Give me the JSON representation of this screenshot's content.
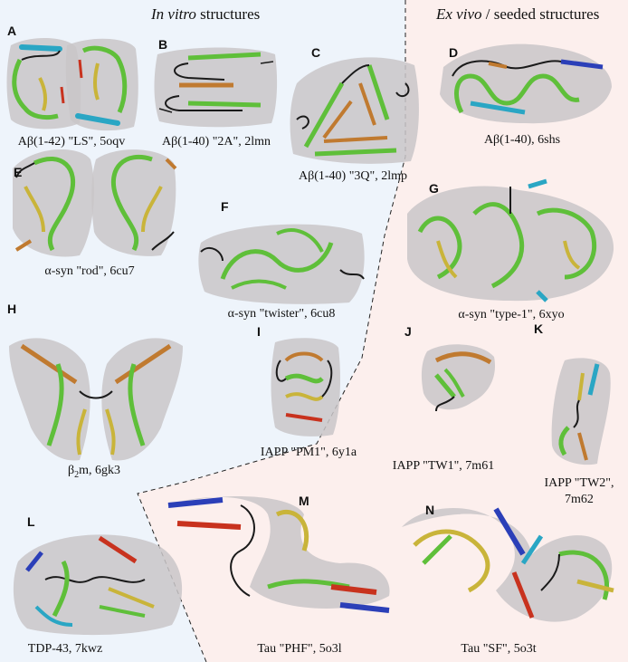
{
  "headers": {
    "left_italic": "In vitro",
    "left_rest": " structures",
    "right_italic": "Ex vivo",
    "right_rest": " / seeded structures"
  },
  "panels": [
    {
      "letter": "A",
      "caption": "Aβ(1-42) \"LS\", 5oqv"
    },
    {
      "letter": "B",
      "caption": "Aβ(1-40) \"2A\", 2lmn"
    },
    {
      "letter": "C",
      "caption": "Aβ(1-40) \"3Q\", 2lmp"
    },
    {
      "letter": "D",
      "caption": "Aβ(1-40), 6shs"
    },
    {
      "letter": "E",
      "caption": "α-syn \"rod\", 6cu7"
    },
    {
      "letter": "F",
      "caption": "α-syn \"twister\", 6cu8"
    },
    {
      "letter": "G",
      "caption": "α-syn \"type-1\", 6xyo"
    },
    {
      "letter": "H",
      "caption_main": "β",
      "caption_sub": "2",
      "caption_rest": "m, 6gk3"
    },
    {
      "letter": "I",
      "caption": "IAPP \"PM1\", 6y1a"
    },
    {
      "letter": "J",
      "caption": "IAPP \"TW1\", 7m61"
    },
    {
      "letter": "K",
      "caption_line1": "IAPP \"TW2\",",
      "caption_line2": "7m62"
    },
    {
      "letter": "L",
      "caption": "TDP-43, 7kwz"
    },
    {
      "letter": "M",
      "caption": "Tau \"PHF\", 5o3l"
    },
    {
      "letter": "N",
      "caption": "Tau \"SF\", 5o3t"
    }
  ],
  "colors": {
    "in_vitro_bg": "#eef4fb",
    "ex_vivo_bg": "#fcefed",
    "blob": "#c9c6c8",
    "backbone": "#1a1a1a",
    "strand_blue": "#2b3fb8",
    "strand_cyan": "#2aa6c4",
    "strand_green": "#5fbf3a",
    "strand_yellow": "#c9b43a",
    "strand_orange": "#c07a30",
    "strand_red": "#c8321e"
  }
}
